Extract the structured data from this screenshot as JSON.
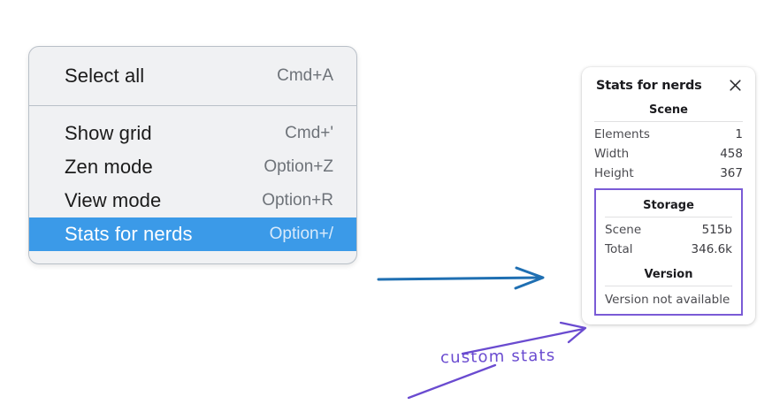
{
  "menu": {
    "groups": [
      {
        "name": "group-top",
        "items": [
          {
            "label": "Select all",
            "shortcut": "Cmd+A",
            "selected": false
          }
        ]
      },
      {
        "name": "group-bottom",
        "items": [
          {
            "label": "Show grid",
            "shortcut": "Cmd+'",
            "selected": false
          },
          {
            "label": "Zen mode",
            "shortcut": "Option+Z",
            "selected": false
          },
          {
            "label": "View mode",
            "shortcut": "Option+R",
            "selected": false
          },
          {
            "label": "Stats for nerds",
            "shortcut": "Option+/",
            "selected": true
          }
        ]
      }
    ],
    "item_0_0_label": "Select all",
    "item_0_0_shortcut": "Cmd+A",
    "item_1_0_label": "Show grid",
    "item_1_0_shortcut": "Cmd+'",
    "item_1_1_label": "Zen mode",
    "item_1_1_shortcut": "Option+Z",
    "item_1_2_label": "View mode",
    "item_1_2_shortcut": "Option+R",
    "item_1_3_label": "Stats for nerds",
    "item_1_3_shortcut": "Option+/"
  },
  "stats_panel": {
    "title": "Stats for nerds",
    "close_icon": "close-icon",
    "scene": {
      "heading": "Scene",
      "rows": [
        {
          "key": "Elements",
          "value": "1"
        },
        {
          "key": "Width",
          "value": "458"
        },
        {
          "key": "Height",
          "value": "367"
        }
      ],
      "row_0_key": "Elements",
      "row_0_value": "1",
      "row_1_key": "Width",
      "row_1_value": "458",
      "row_2_key": "Height",
      "row_2_value": "367"
    },
    "storage": {
      "heading": "Storage",
      "rows": [
        {
          "key": "Scene",
          "value": "515b"
        },
        {
          "key": "Total",
          "value": "346.6k"
        }
      ],
      "row_0_key": "Scene",
      "row_0_value": "515b",
      "row_1_key": "Total",
      "row_1_value": "346.6k"
    },
    "version": {
      "heading": "Version",
      "text": "Version not available"
    }
  },
  "annotations": {
    "handwritten_label": "custom stats",
    "flow_arrow": "arrow-right"
  },
  "colors": {
    "menu_background": "#f0f1f3",
    "menu_border": "#b9c0c8",
    "menu_highlight": "#3b9ae8",
    "panel_background": "#ffffff",
    "custom_box_border": "#7a5bd6",
    "annotation_purple": "#6a4bd0",
    "flow_arrow_blue": "#1f6fb2"
  }
}
